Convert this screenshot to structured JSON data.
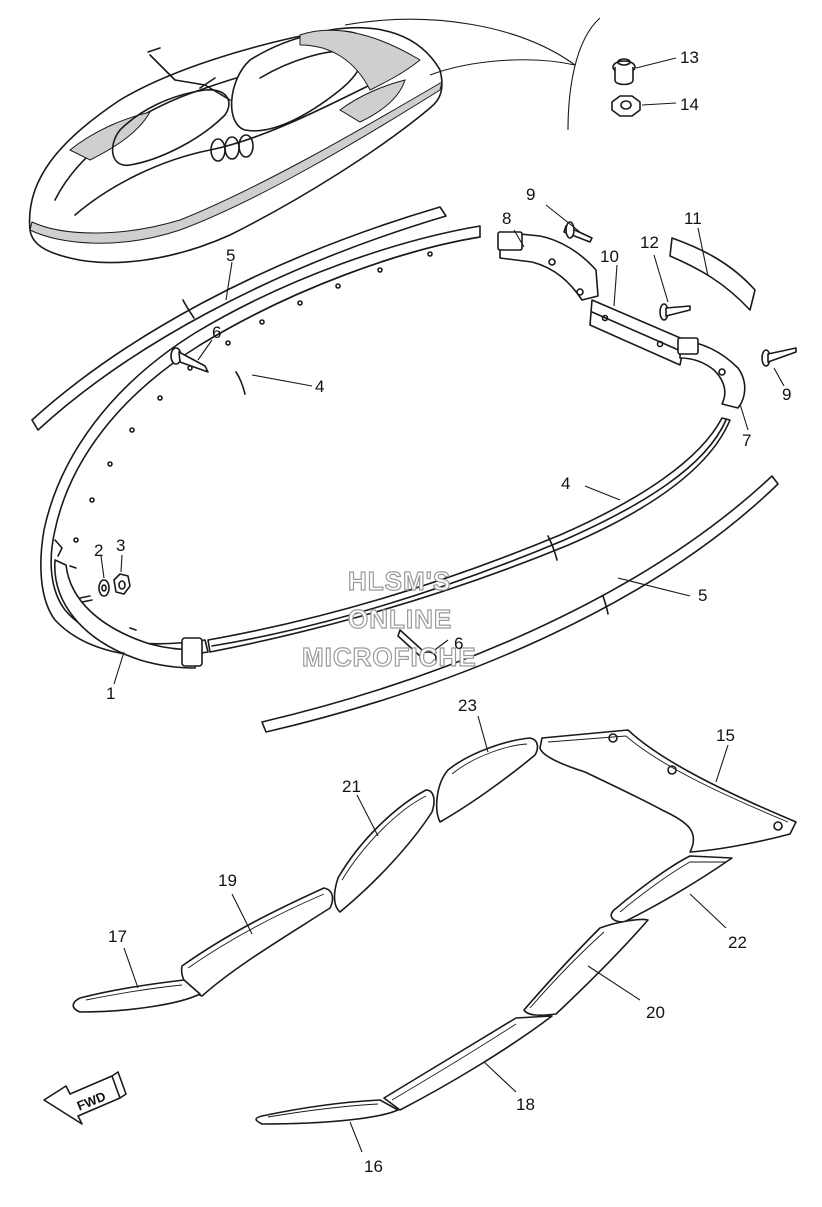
{
  "callouts": {
    "c1": "1",
    "c2": "2",
    "c3": "3",
    "c4a": "4",
    "c4b": "4",
    "c5a": "5",
    "c5b": "5",
    "c6a": "6",
    "c6b": "6",
    "c7": "7",
    "c8": "8",
    "c9a": "9",
    "c9b": "9",
    "c10": "10",
    "c11": "11",
    "c12": "12",
    "c13": "13",
    "c14": "14",
    "c15": "15",
    "c16": "16",
    "c17": "17",
    "c18": "18",
    "c19": "19",
    "c20": "20",
    "c21": "21",
    "c22": "22",
    "c23": "23"
  },
  "watermark": {
    "line1": "HLSM'S",
    "line2": "ONLINE",
    "line3": "MICROFICHE"
  },
  "fwd_label": "FWD",
  "colors": {
    "line": "#1a1a1a",
    "watermark_outline": "#9a9a9a",
    "background": "#ffffff"
  }
}
